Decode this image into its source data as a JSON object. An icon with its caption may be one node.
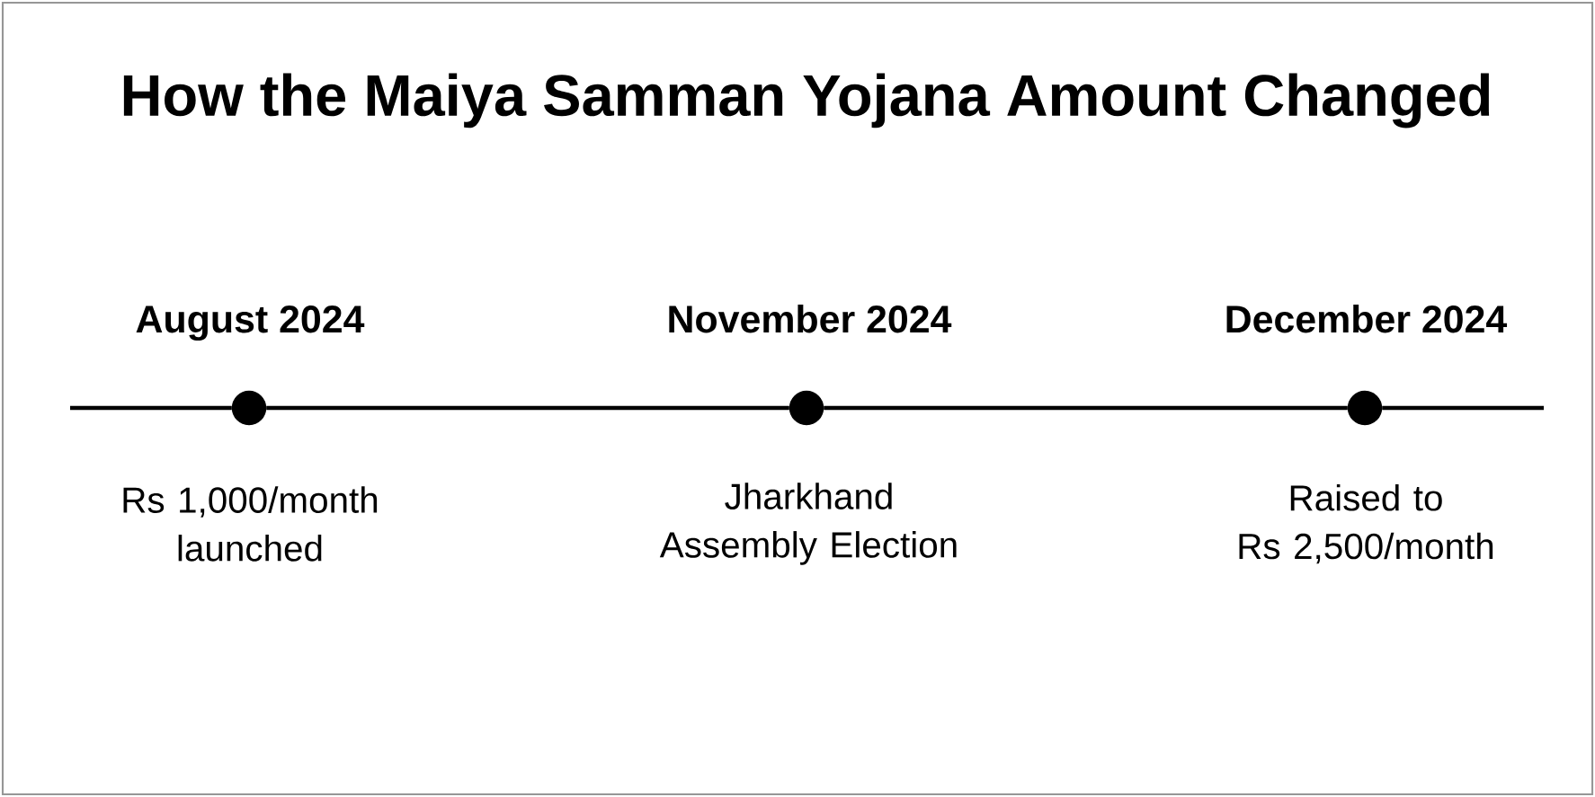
{
  "diagram": {
    "title": "How the Maiya Samman Yojana Amount Changed",
    "nodes": [
      {
        "text": [],
        "shape": "circle",
        "beside": [
          "August 2024",
          "Rs 1,000/month launched"
        ]
      },
      {
        "text": [],
        "shape": "circle",
        "beside": [
          "November 2024",
          "Jharkhand Assembly Election"
        ]
      },
      {
        "text": [],
        "shape": "circle",
        "beside": [
          "December 2024",
          "Raised to Rs 2,500/month"
        ]
      }
    ],
    "edges": [
      {
        "from": null,
        "to": 0,
        "arrow": "none"
      },
      {
        "from": 0,
        "to": 1,
        "arrow": "none"
      },
      {
        "from": 1,
        "to": 2,
        "arrow": "none"
      },
      {
        "from": 2,
        "to": null,
        "arrow": "none"
      }
    ]
  }
}
